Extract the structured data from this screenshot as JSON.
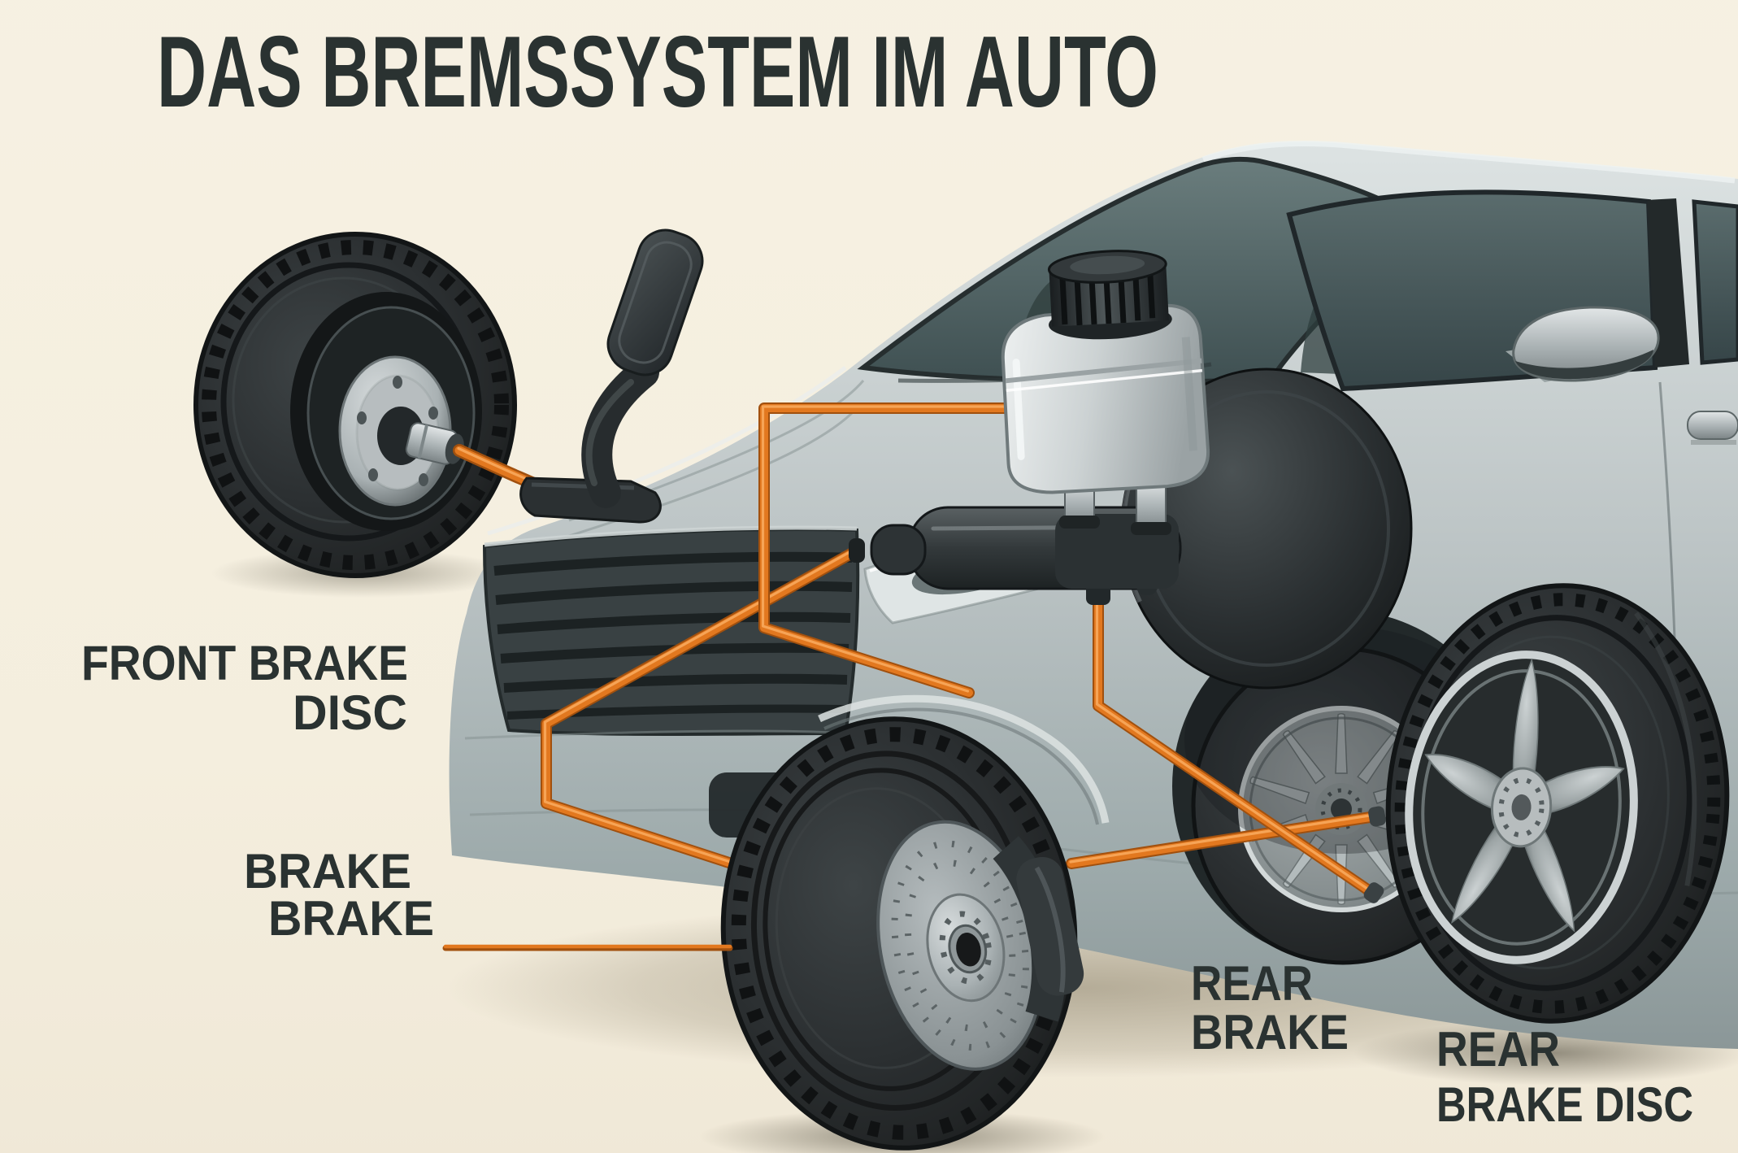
{
  "title": "DAS BREMSSYSTEM IM AUTO",
  "labels": {
    "front_brake_disc": {
      "line1": "FRONT BRAKE",
      "line2": "DISC"
    },
    "brake": {
      "line1": "BRAKE",
      "line2": "BRAKE"
    },
    "rear_brake": {
      "line1": "REAR",
      "line2": "BRAKE"
    },
    "rear_brake_disc": {
      "line1": "REAR",
      "line2": "BRAKE DISC"
    }
  },
  "colors": {
    "background": "#f5efe0",
    "text": "#2a3231",
    "brake_line_orange": "#e2781f",
    "car_silver": "#b9c1c2",
    "tire_black": "#26292b",
    "reservoir_silver": "#dfe4e5",
    "component_black": "#2b3032"
  },
  "components": [
    "front-wheel",
    "brake-pedal",
    "brake-fluid-reservoir",
    "master-cylinder",
    "brake-booster",
    "front-brake-disc-wheel",
    "rear-wheel",
    "rear-brake-disc-wheel",
    "brake-lines"
  ]
}
